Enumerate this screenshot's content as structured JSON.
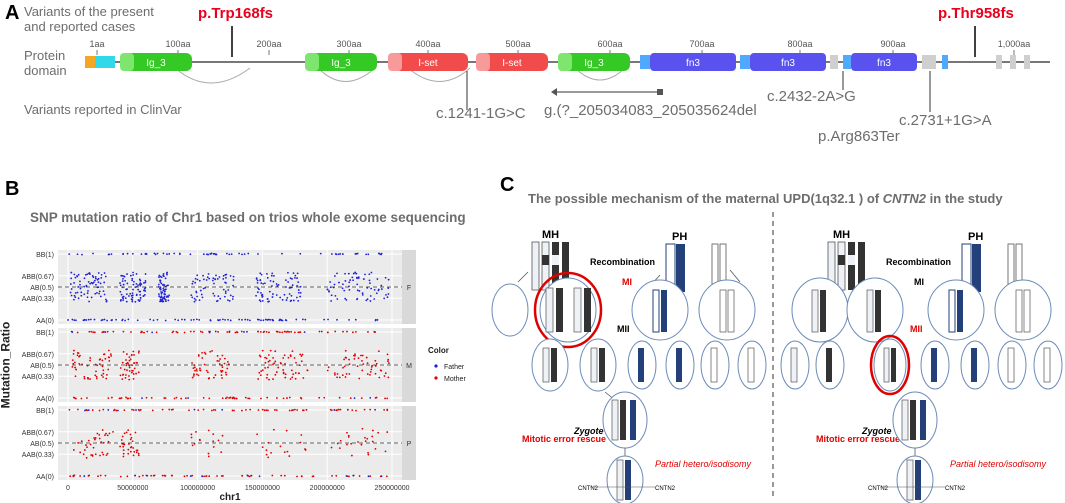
{
  "panelA": {
    "letter": "A",
    "labels": {
      "variants": [
        "Variants of the present",
        "and reported cases"
      ],
      "domain": [
        "Protein",
        "domain"
      ],
      "clinvar": "Variants reported in ClinVar"
    },
    "top_variants": [
      "p.Trp168fs",
      "p.Thr958fs"
    ],
    "aa_ticks": [
      "1aa",
      "100aa",
      "200aa",
      "300aa",
      "400aa",
      "500aa",
      "600aa",
      "700aa",
      "800aa",
      "900aa",
      "1,000aa"
    ],
    "domains": [
      "Ig_3",
      "Ig_3",
      "I-set",
      "I-set",
      "Ig_3",
      "fn3",
      "fn3",
      "fn3"
    ],
    "clinvar_variants": [
      "c.1241-1G>C",
      "g.(?_205034083_205035624del",
      "c.2432-2A>G",
      "c.2731+1G>A",
      "p.Arg863Ter"
    ]
  },
  "panelB": {
    "letter": "B",
    "title": "SNP mutation ratio of Chr1 based  on trios whole exome sequencing",
    "ylabel": "Mutation_Ratio",
    "xlabel": "chr1",
    "legend_title": "Color",
    "legend": [
      "Father",
      "Mother"
    ],
    "facets": [
      "F",
      "M",
      "P"
    ]
  },
  "chart_data": {
    "type": "scatter",
    "title": "SNP mutation ratio of Chr1 based  on trios whole exome sequencing",
    "xlabel": "chr1",
    "ylabel": "Mutation_Ratio",
    "xlim": [
      0,
      250000000
    ],
    "x_ticks": [
      "0",
      "50000000",
      "100000000",
      "150000000",
      "200000000",
      "250000000"
    ],
    "y_ticks": [
      "AA(0)",
      "AAB(0.33)",
      "AB(0.5)",
      "ABB(0.67)",
      "BB(1)"
    ],
    "ylim": [
      0,
      1
    ],
    "series": [
      {
        "name": "Father",
        "color": "#1f1fd6"
      },
      {
        "name": "Mother",
        "color": "#e00000"
      }
    ],
    "facets": [
      "F",
      "M",
      "P"
    ],
    "reference_line": 0.5
  },
  "panelC": {
    "letter": "C",
    "title_pre": "The possible mechanism of the maternal UPD(1q32.1 ) of ",
    "title_gene": "CNTN2",
    "title_post": " in the study",
    "left": {
      "MH": "MH",
      "PH": "PH",
      "recombination": "Recombination",
      "MI": "MI",
      "MII": "MII",
      "zygote": "Zygote",
      "rescue": "Mitotic error rescue",
      "isodisomy": "Partial hetero/isodisomy",
      "gene_left": "CNTN2",
      "gene_right": "CNTN2"
    },
    "right": {
      "MH": "MH",
      "PH": "PH",
      "recombination": "Recombination",
      "MI": "MI",
      "MII": "MII",
      "zygote": "Zygote",
      "rescue": "Mitotic error rescue",
      "isodisomy": "Partial hetero/isodisomy",
      "gene_left": "CNTN2",
      "gene_right": "CNTN2"
    }
  }
}
